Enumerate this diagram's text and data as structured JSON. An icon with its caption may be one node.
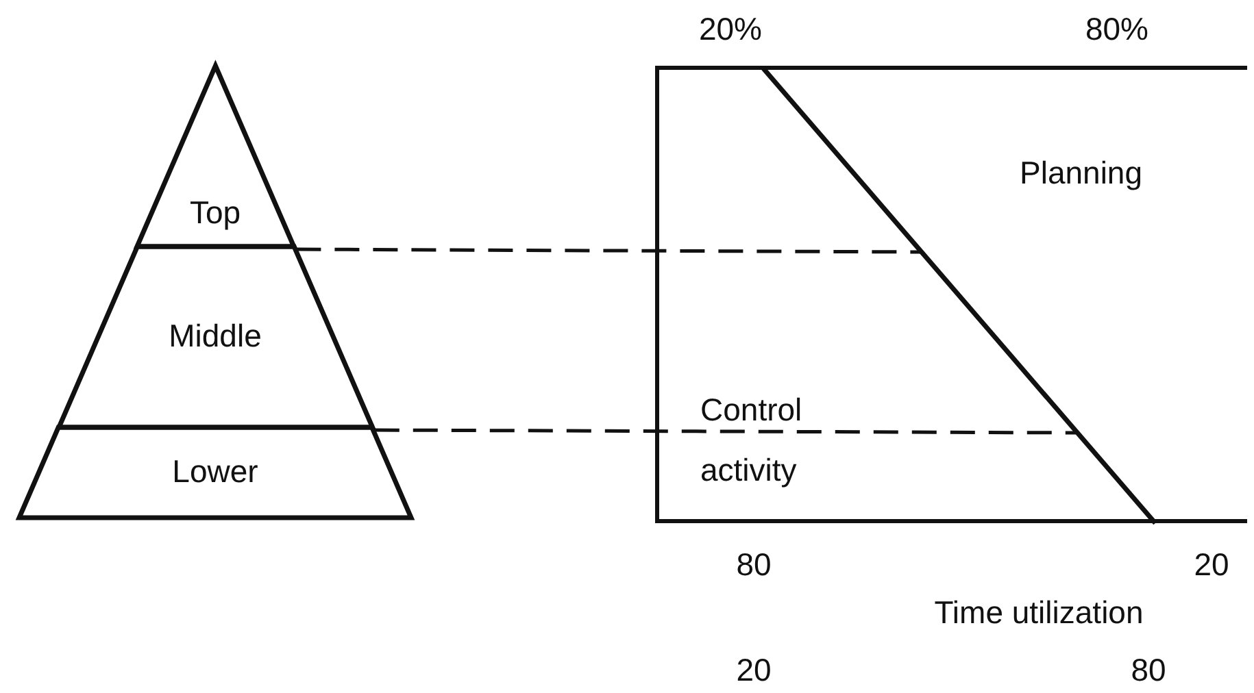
{
  "diagram": {
    "nodes": [
      {
        "text": [
          "Top"
        ]
      },
      {
        "text": [
          "Middle"
        ]
      },
      {
        "text": [
          "Lower"
        ]
      },
      {
        "text": [
          "Planning",
          "Control activity"
        ]
      }
    ],
    "edges": [
      {
        "from": 1,
        "to": 3,
        "arrow": "none",
        "style": "dashed"
      },
      {
        "from": 2,
        "to": 3,
        "arrow": "none",
        "style": "dashed"
      }
    ],
    "labels": [
      "20%",
      "80%",
      "80",
      "20",
      "Time utilization",
      "20",
      "80"
    ]
  }
}
